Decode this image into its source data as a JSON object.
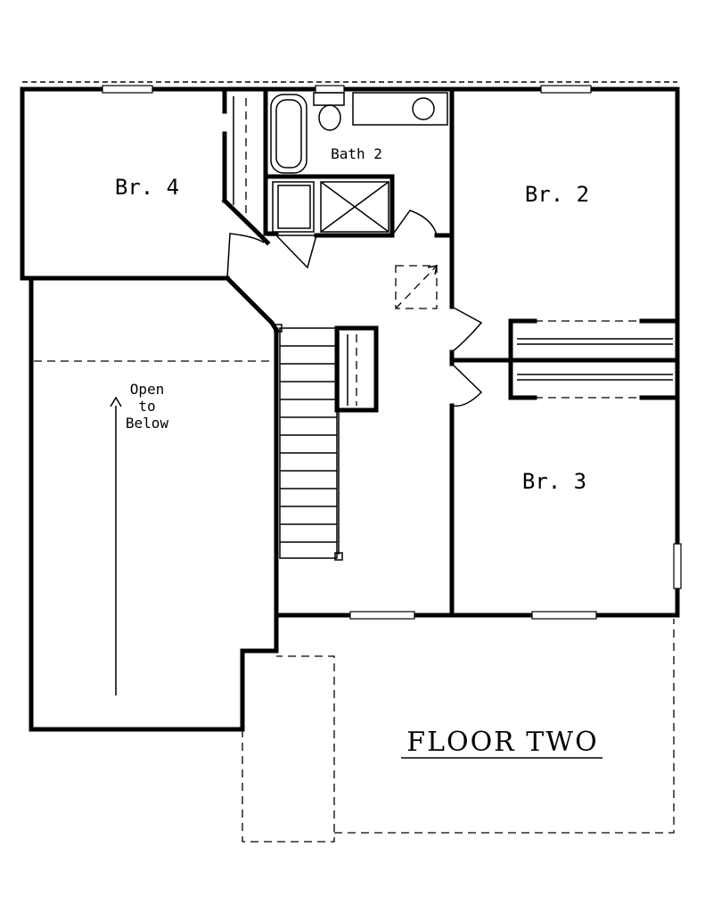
{
  "rooms": {
    "br4": "Br. 4",
    "br2": "Br. 2",
    "br3": "Br. 3",
    "bath2": "Bath 2"
  },
  "open_to_below": {
    "line1": "Open",
    "line2": "to",
    "line3": "Below"
  },
  "plan_title": "FLOOR TWO",
  "colors": {
    "ink": "#000000",
    "paper": "#ffffff"
  }
}
